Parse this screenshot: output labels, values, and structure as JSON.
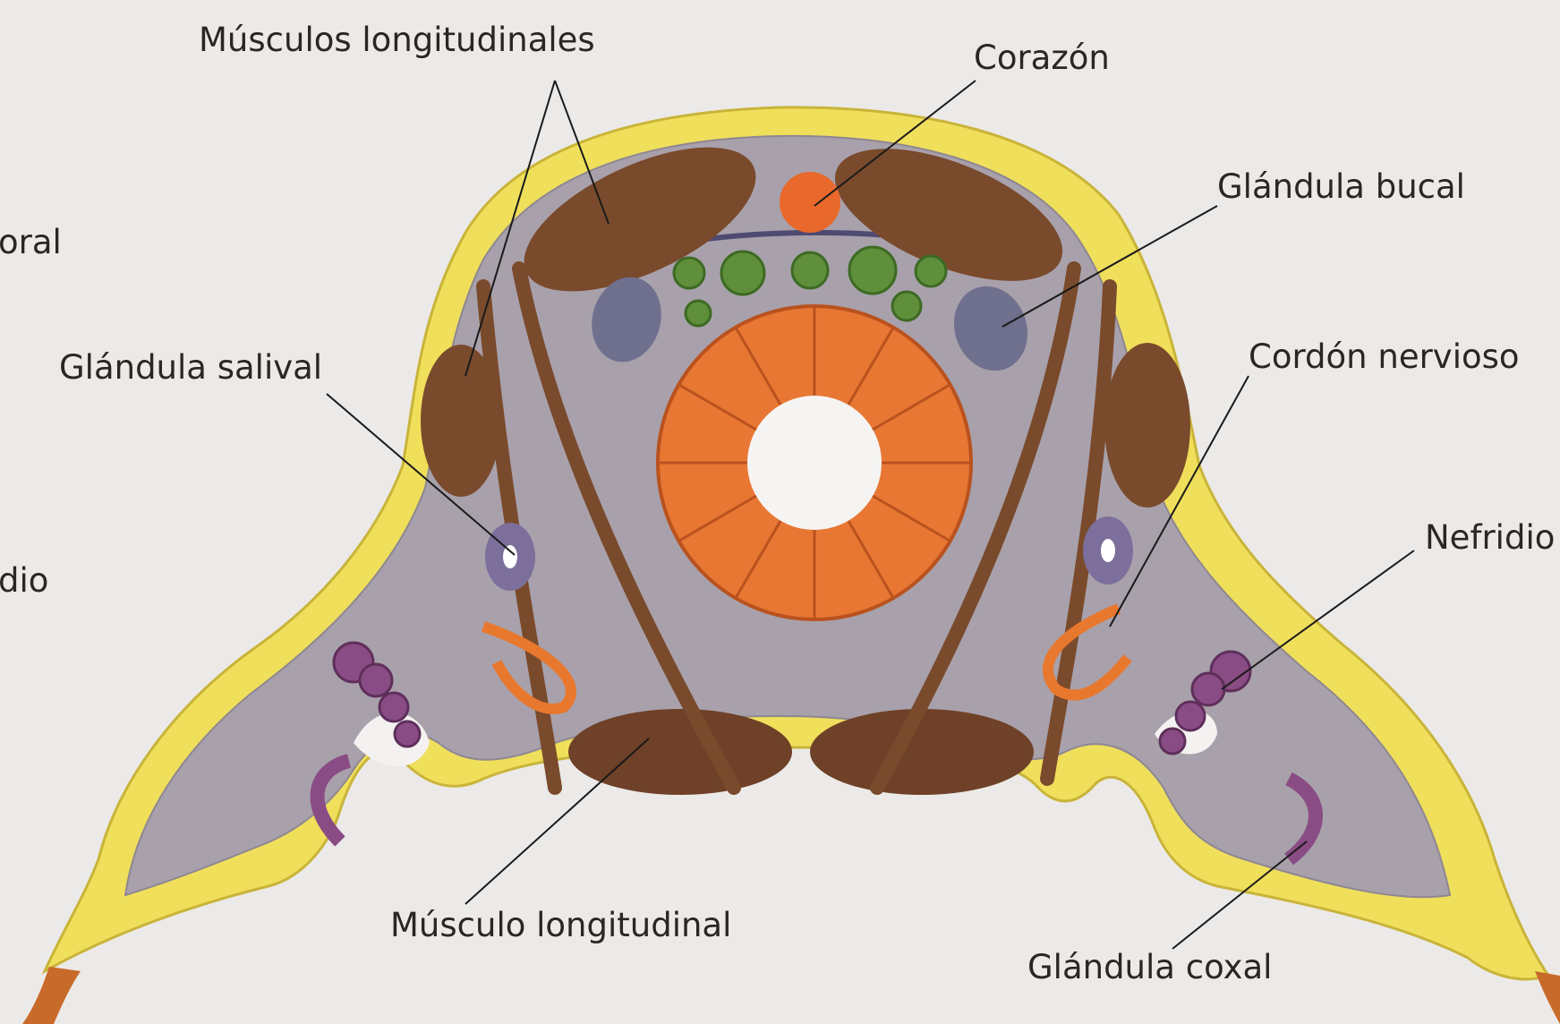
{
  "labels": {
    "musculos_longitudinales": "Músculos longitudinales",
    "corazon": "Corazón",
    "glandula_bucal": "Glándula bucal",
    "glandula_salival": "Glándula salival",
    "cordon_nervioso": "Cordón nervioso",
    "nefridio": "Nefridio",
    "musculo_longitudinal": "Músculo longitudinal",
    "glandula_coxal": "Glándula coxal",
    "cut_left_1": "oral",
    "cut_left_2": "dio"
  },
  "colors": {
    "background": "#eceae8",
    "cuticle": "#f0df5b",
    "cuticle_edge": "#c9b43a",
    "body_cavity": "#a8a1ab",
    "muscle": "#7a4a2c",
    "gut": "#e87734",
    "heart": "#e8692b",
    "gland": "#6f6f8e",
    "nephridium": "#8a4c85",
    "leader_line": "#1a1a1a"
  }
}
